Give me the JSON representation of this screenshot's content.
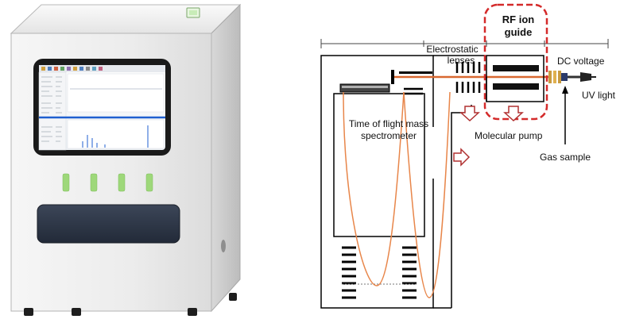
{
  "labels": {
    "rf_ion_guide_line1": "RF ion",
    "rf_ion_guide_line2": "guide",
    "electrostatic_line1": "Electrostatic",
    "electrostatic_line2": "lenses",
    "dc_voltage": "DC voltage",
    "uv_light": "UV light",
    "tof_line1": "Time of flight mass",
    "tof_line2": "spectrometer",
    "molecular_pump": "Molecular pump",
    "gas_sample": "Gas sample"
  },
  "colors": {
    "rf_box": "#d42a2a",
    "flight_path": "#e8864a",
    "pump_arrow": "#b03030",
    "screen_plot": "#1f5fd0",
    "led": "#9ed87a"
  },
  "indicators": {
    "led_count": 4
  }
}
